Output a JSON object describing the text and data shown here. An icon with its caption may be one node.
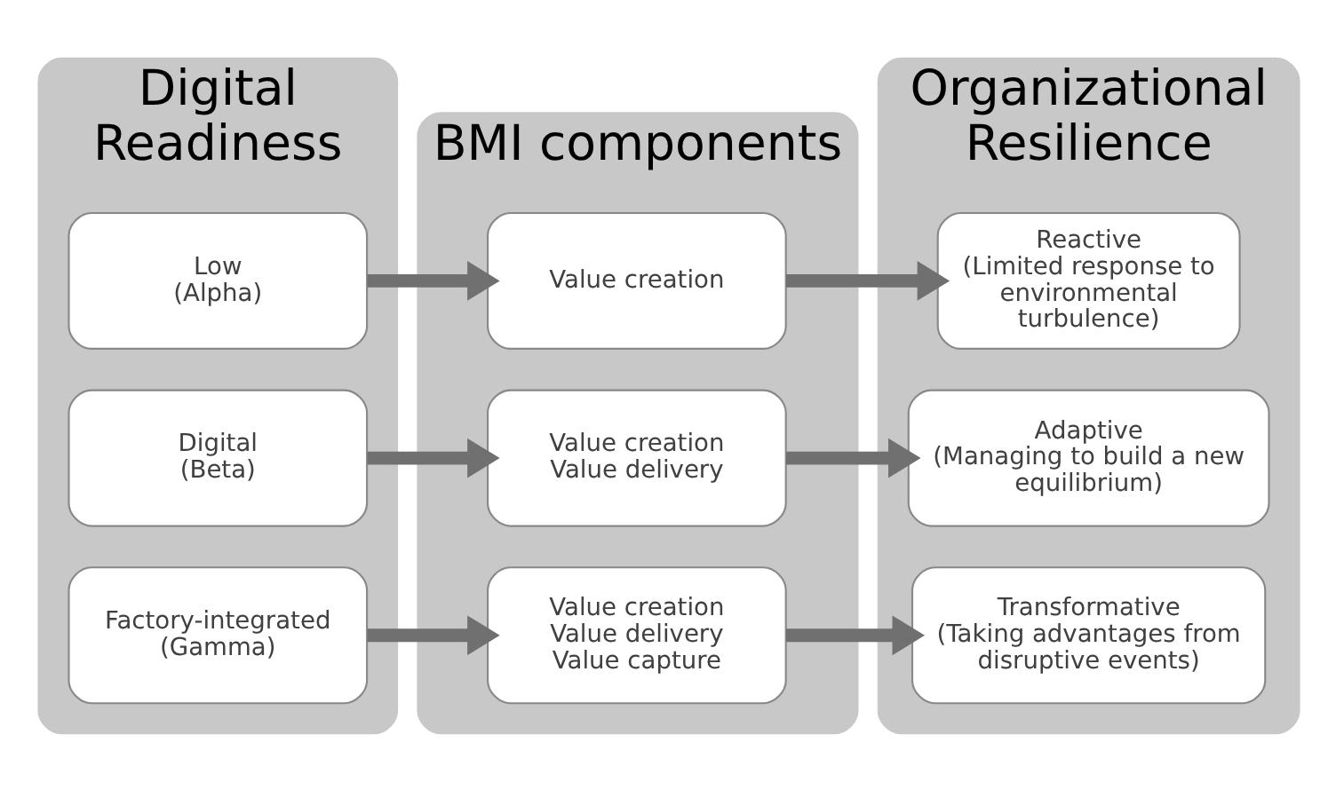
{
  "diagram": {
    "nodes": [
      {
        "text": [
          "Digital Readiness"
        ]
      },
      {
        "text": [
          "Low",
          "(Alpha)"
        ],
        "in": 0
      },
      {
        "text": [
          "Digital",
          "(Beta)"
        ],
        "in": 0
      },
      {
        "text": [
          "Factory-integrated",
          "(Gamma)"
        ],
        "in": 0
      },
      {
        "text": [
          "BMI components"
        ]
      },
      {
        "text": [
          "Value creation"
        ],
        "in": 4
      },
      {
        "text": [
          "Value creation",
          "Value delivery"
        ],
        "in": 4
      },
      {
        "text": [
          "Value creation",
          "Value delivery",
          "Value capture"
        ],
        "in": 4
      },
      {
        "text": [
          "Organizational Resilience"
        ]
      },
      {
        "text": [
          "Reactive",
          "(Limited response to environmental turbulence)"
        ],
        "in": 8
      },
      {
        "text": [
          "Adaptive",
          "(Managing to build a new equilibrium)"
        ],
        "in": 8
      },
      {
        "text": [
          "Transformative",
          "(Taking advantages from disruptive events)"
        ],
        "in": 8
      }
    ],
    "edges": [
      {
        "from": 1,
        "to": 5,
        "arrow": "to"
      },
      {
        "from": 2,
        "to": 6,
        "arrow": "to"
      },
      {
        "from": 3,
        "to": 7,
        "arrow": "to"
      },
      {
        "from": 5,
        "to": 9,
        "arrow": "to"
      },
      {
        "from": 6,
        "to": 10,
        "arrow": "to"
      },
      {
        "from": 7,
        "to": 11,
        "arrow": "to"
      }
    ]
  }
}
